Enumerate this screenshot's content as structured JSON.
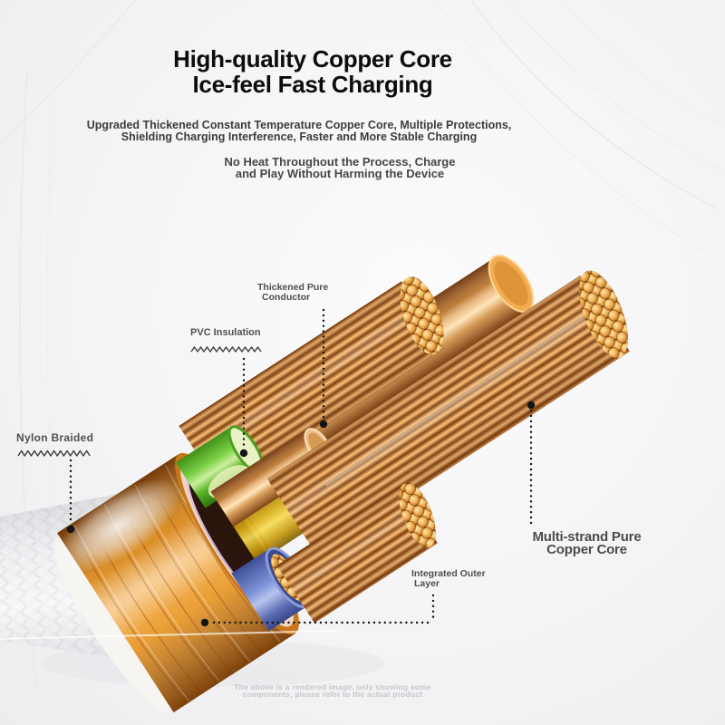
{
  "header": {
    "title_line1": "High-quality Copper Core",
    "title_line2": "Ice-feel Fast Charging",
    "subtitle_line1": "Upgraded Thickened Constant Temperature Copper Core, Multiple Protections,",
    "subtitle_line2": "Shielding Charging Interference, Faster and More Stable Charging",
    "body_line1": "No Heat Throughout the Process, Charge",
    "body_line2": "and Play Without Harming the Device"
  },
  "callouts": {
    "thickened_conductor": {
      "line1": "Thickened Pure",
      "line2": "Conductor"
    },
    "pvc_insulation": {
      "label": "PVC Insulation"
    },
    "nylon_braided": {
      "label": "Nylon Braided"
    },
    "multistrand_core": {
      "line1": "Multi-strand Pure",
      "line2": "Copper Core"
    },
    "integrated_outer": {
      "line1": "Integrated Outer",
      "line2": "Layer"
    }
  },
  "disclaimer": {
    "line1": "The above is a rendered image, only showing some",
    "line2": "components, please refer to the actual product"
  },
  "illustration": {
    "subject": "charging cable cutaway render",
    "colors": {
      "copper": "#c8813a",
      "copper_highlight": "#f3bd7d",
      "jacket_orange": "#e08f2a",
      "braid_white": "#eff0f2",
      "pvc_green": "#5cb82e",
      "insulation_yellow": "#e7c21c",
      "wire_blue": "#7288d0",
      "connector_dots": "#141414",
      "title_text": "#0c0c0c",
      "label_text": "#4f4f4f",
      "disclaimer_text": "#c6c6ca"
    }
  }
}
